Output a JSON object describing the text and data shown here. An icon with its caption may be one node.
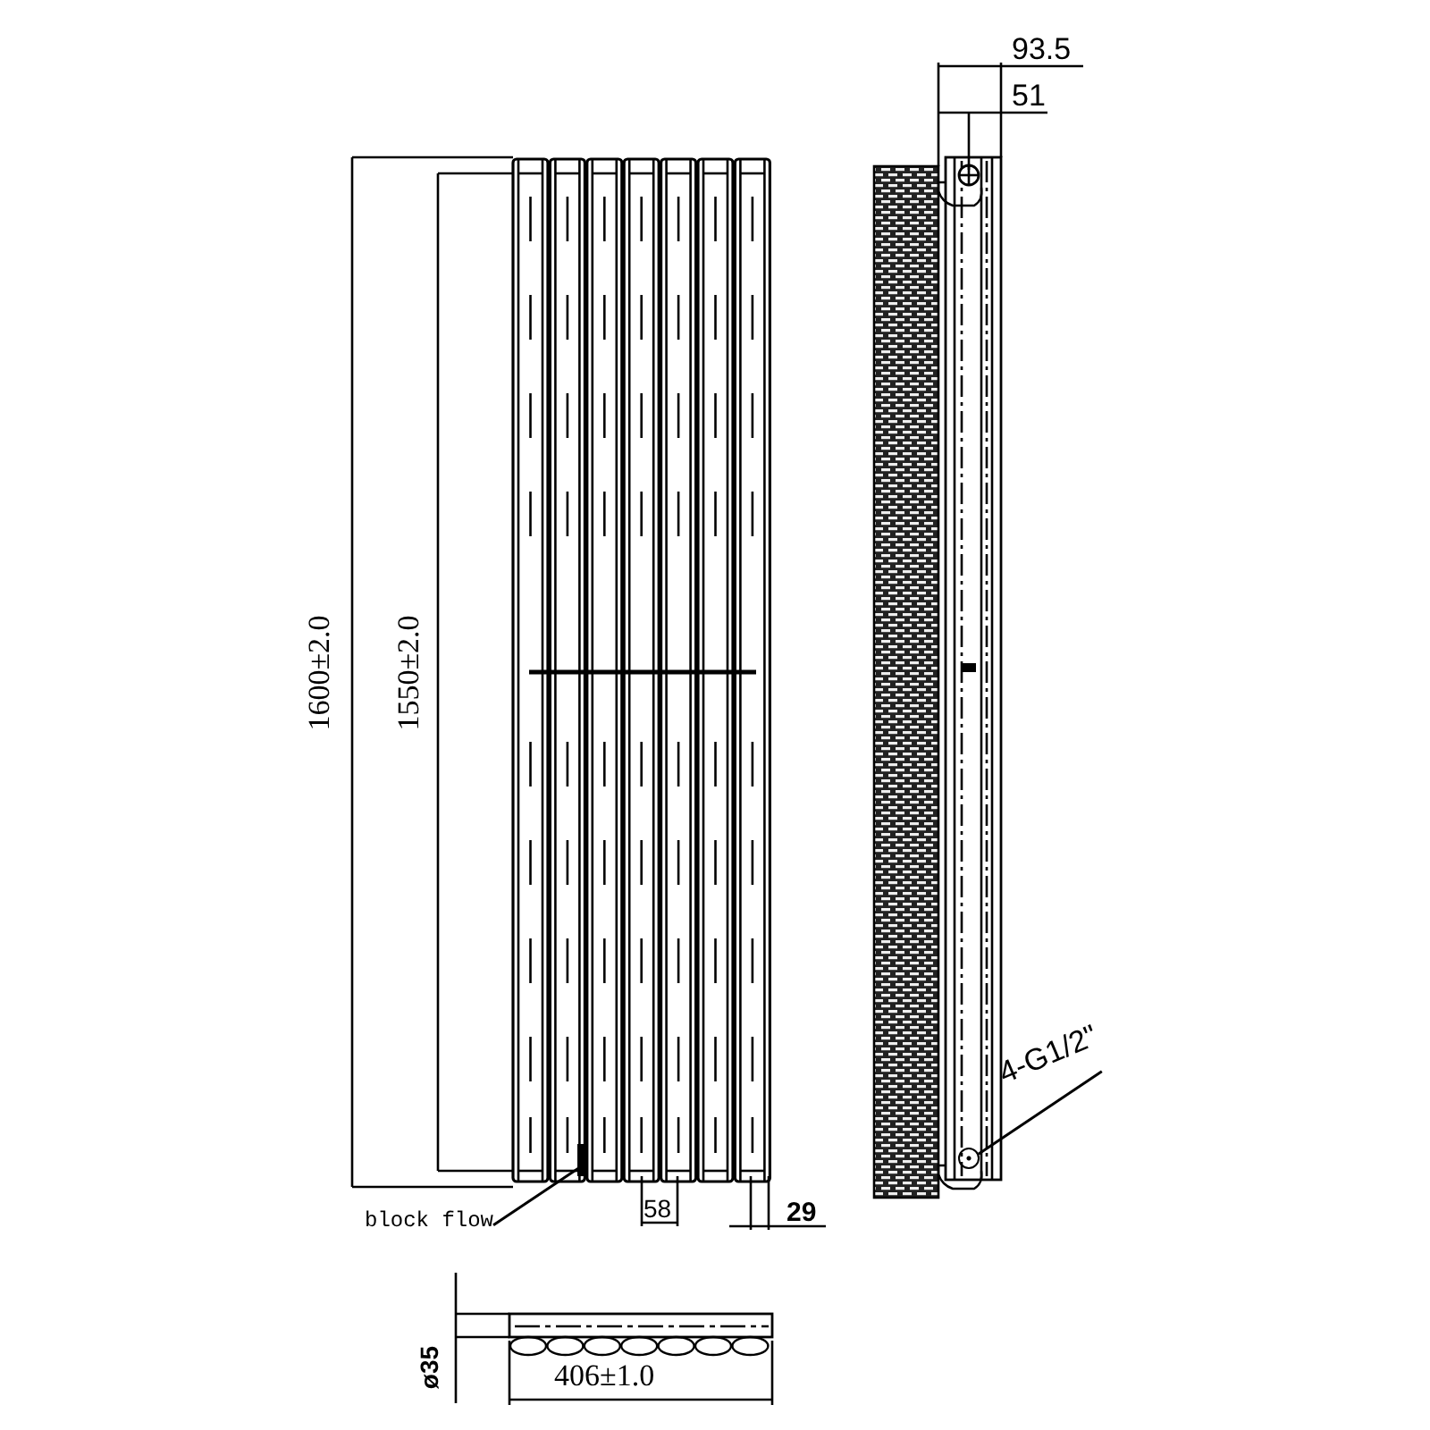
{
  "diagram": {
    "nodes": [
      {
        "text": [
          "block flow"
        ]
      },
      {
        "text": [],
        "shape": "bar"
      },
      {
        "text": [
          "4-G1/2\""
        ]
      },
      {
        "text": [],
        "shape": "circle"
      }
    ],
    "edges": [
      {
        "from": 0,
        "to": 1,
        "arrow": "none"
      },
      {
        "from": 2,
        "to": 3,
        "arrow": "none"
      }
    ],
    "labels": [
      "93.5",
      "51",
      "1600±2.0",
      "1550±2.0",
      "58",
      "29",
      "ø35",
      "406±1.0"
    ]
  }
}
